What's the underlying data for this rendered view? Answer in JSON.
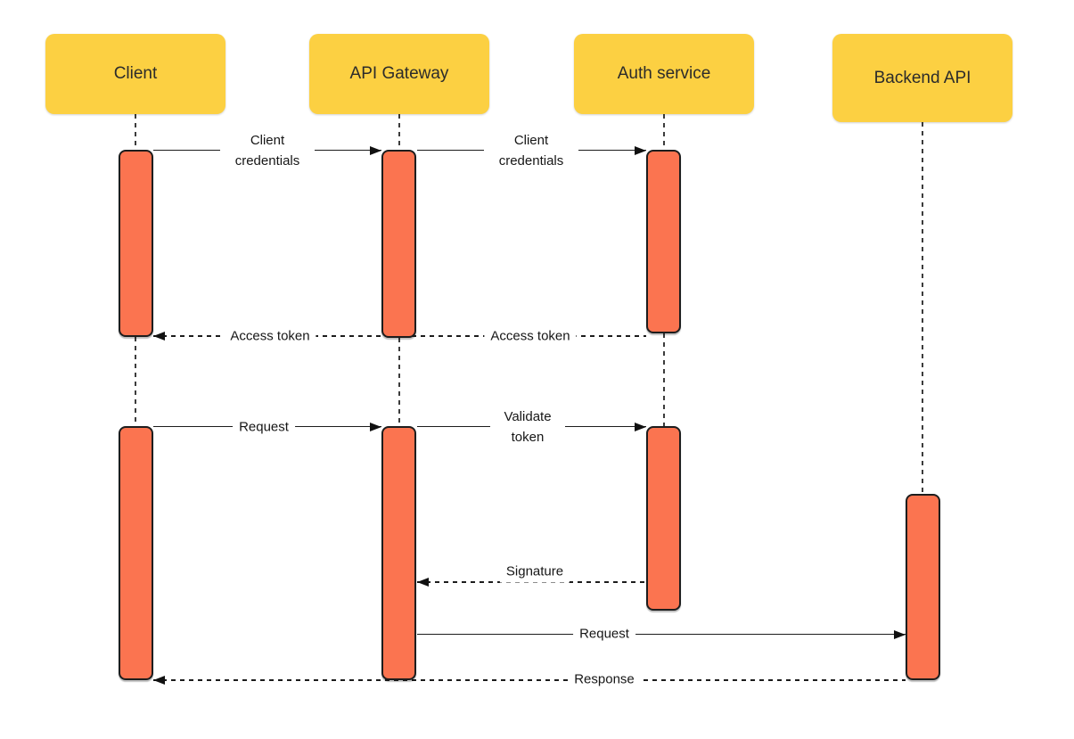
{
  "diagram": {
    "type": "sequence-diagram",
    "colors": {
      "actor_fill": "#FCD042",
      "activation_fill": "#FB7450",
      "stroke": "#1C1C1C",
      "background": "#FFFFFF"
    },
    "actors": [
      {
        "label": "Client"
      },
      {
        "label": "API Gateway"
      },
      {
        "label": "Auth service"
      },
      {
        "label": "Backend API"
      }
    ],
    "messages": [
      {
        "text": "Client credentials",
        "from": "Client",
        "to": "API Gateway",
        "line": "solid"
      },
      {
        "text": "Client credentials",
        "from": "API Gateway",
        "to": "Auth service",
        "line": "solid"
      },
      {
        "text": "Access token",
        "from": "Auth service",
        "to": "Client",
        "line": "dashed",
        "label_count": 2
      },
      {
        "text": "Request",
        "from": "Client",
        "to": "API Gateway",
        "line": "solid"
      },
      {
        "text": "Validate token",
        "from": "API Gateway",
        "to": "Auth service",
        "line": "solid"
      },
      {
        "text": "Signature",
        "from": "Auth service",
        "to": "API Gateway",
        "line": "dashed"
      },
      {
        "text": "Request",
        "from": "API Gateway",
        "to": "Backend API",
        "line": "solid"
      },
      {
        "text": "Response",
        "from": "Backend API",
        "to": "Client",
        "line": "dashed"
      }
    ]
  }
}
